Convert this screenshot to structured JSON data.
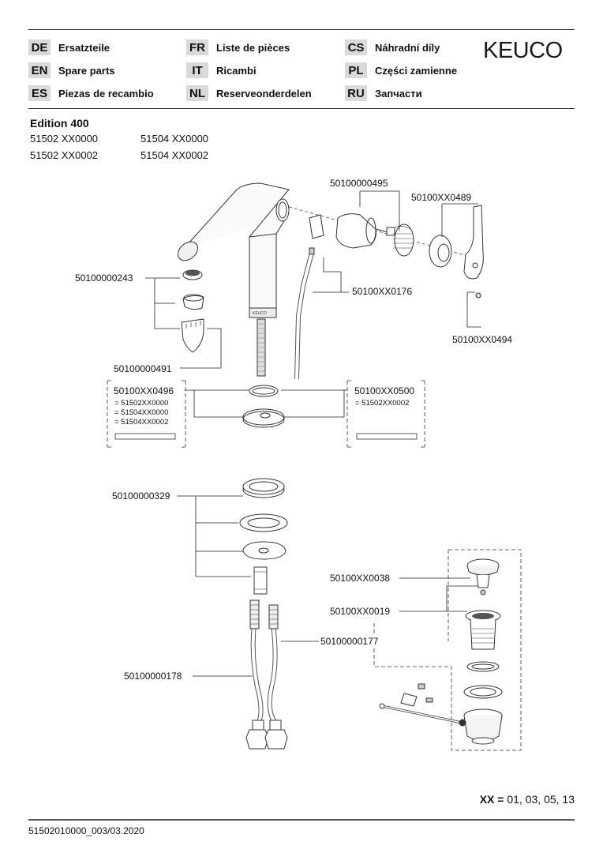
{
  "languages": [
    {
      "code": "DE",
      "name": "Ersatzteile"
    },
    {
      "code": "EN",
      "name": "Spare parts"
    },
    {
      "code": "ES",
      "name": "Piezas de recambio"
    },
    {
      "code": "FR",
      "name": "Liste de pièces"
    },
    {
      "code": "IT",
      "name": "Ricambi"
    },
    {
      "code": "NL",
      "name": "Reserveonderdelen"
    },
    {
      "code": "CS",
      "name": "Náhradní díly"
    },
    {
      "code": "PL",
      "name": "Części zamienne"
    },
    {
      "code": "RU",
      "name": "Запчасти"
    }
  ],
  "brand": "KEUCO",
  "product": {
    "title": "Edition 400",
    "numbers": [
      "51502 XX0000",
      "51504 XX0000",
      "51502 XX0002",
      "51504 XX0002"
    ]
  },
  "parts": {
    "p0495": "50100000495",
    "p0489": "50100XX0489",
    "p0243": "50100000243",
    "p0176": "50100XX0176",
    "p0494": "50100XX0494",
    "p0491": "50100000491",
    "p0496": "50100XX0496",
    "p0496_note1": "= 51502XX0000",
    "p0496_note2": "= 51504XX0000",
    "p0496_note3": "= 51504XX0002",
    "p0500": "50100XX0500",
    "p0500_note1": "= 51502XX0002",
    "p0329": "50100000329",
    "p0038": "50100XX0038",
    "p0019": "50100XX0019",
    "p0177": "50100000177",
    "p0178": "50100000178"
  },
  "footer": {
    "xx_label": "XX =",
    "xx_values": "01, 03, 05, 13",
    "doc_id": "51502010000_003/03.2020"
  },
  "colors": {
    "code_bg": "#d9d9d9",
    "line": "#222222"
  }
}
